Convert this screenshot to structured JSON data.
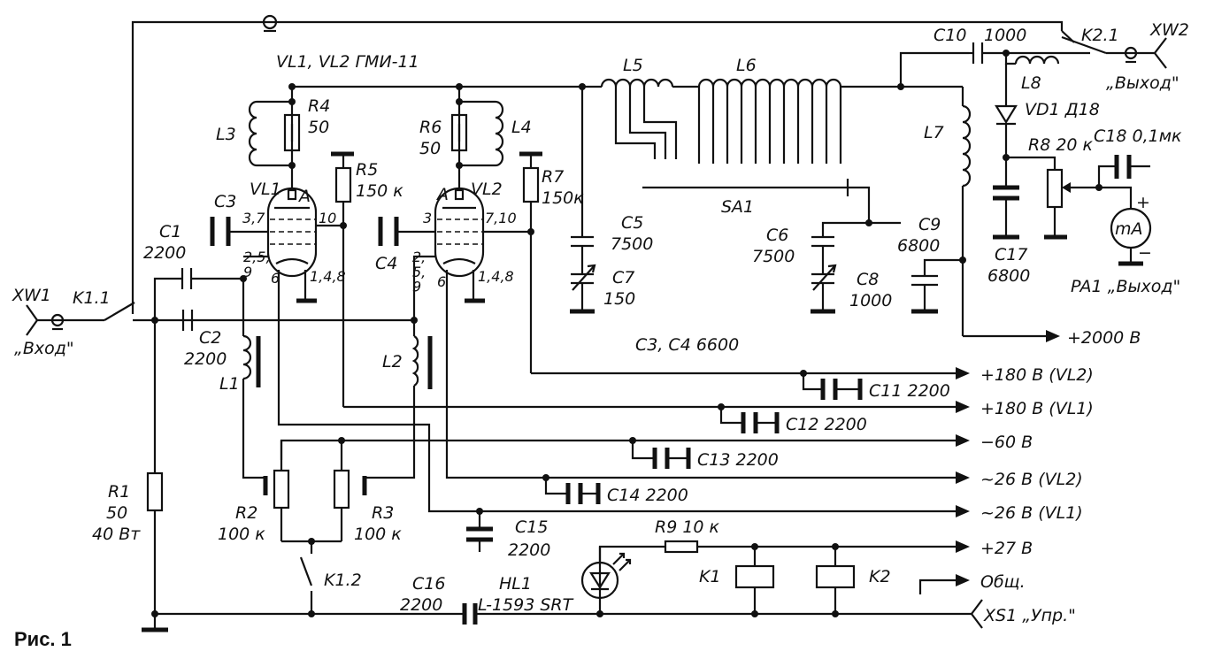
{
  "figure_caption": "Рис. 1",
  "tubes": {
    "title": "VL1, VL2  ГМИ-11",
    "vl1": {
      "ref": "VL1",
      "anode": "A",
      "grid_pins": "3,7",
      "screen_pin": "10",
      "cathode_pins": "2,5,\n9",
      "filament_pin": "6",
      "other_pins": "1,4,8"
    },
    "vl2": {
      "ref": "VL2",
      "anode": "A",
      "grid_pins": "3",
      "screen_pin": "7,10",
      "cathode_pins": "2,\n5,\n9",
      "filament_pin": "6",
      "other_pins": "1,4,8"
    }
  },
  "connectors": {
    "xw1_ref": "XW1",
    "xw1_name": "„Вход\"",
    "xw2_ref": "XW2",
    "xw2_name": "„Выход\"",
    "xs1": "XS1 „Упр.\""
  },
  "relays": {
    "k1_1": "K1.1",
    "k1_2": "K1.2",
    "k2_1": "K2.1",
    "k1": "K1",
    "k2": "K2"
  },
  "components": {
    "c1_ref": "C1",
    "c1_val": "2200",
    "c2_ref": "C2",
    "c2_val": "2200",
    "c3_ref": "C3",
    "c4_ref": "C4",
    "c3c4_note": "C3, C4  6600",
    "c5_ref": "C5",
    "c5_val": "7500",
    "c6_ref": "C6",
    "c6_val": "7500",
    "c7_ref": "C7",
    "c7_val": "150",
    "c8_ref": "C8",
    "c8_val": "1000",
    "c9_ref": "C9",
    "c9_val": "6800",
    "c10_ref": "C10",
    "c10_val": "1000",
    "c11": "C11  2200",
    "c12": "C12  2200",
    "c13": "C13  2200",
    "c14": "C14  2200",
    "c15_ref": "C15",
    "c15_val": "2200",
    "c16_ref": "C16",
    "c16_val": "2200",
    "c17_ref": "C17",
    "c17_val": "6800",
    "c18": "C18  0,1мк",
    "r1_ref": "R1",
    "r1_val": "50",
    "r1_power": "40 Вт",
    "r2_ref": "R2",
    "r2_val": "100 к",
    "r3_ref": "R3",
    "r3_val": "100 к",
    "r4_ref": "R4",
    "r4_val": "50",
    "r5_ref": "R5",
    "r5_val": "150 к",
    "r6_ref": "R6",
    "r6_val": "50",
    "r7_ref": "R7",
    "r7_val": "150к",
    "r8": "R8  20 к",
    "r9": "R9  10 к",
    "l1": "L1",
    "l2": "L2",
    "l3": "L3",
    "l4": "L4",
    "l5": "L5",
    "l6": "L6",
    "l7": "L7",
    "l8": "L8",
    "sa1": "SA1",
    "vd1": "VD1  Д18",
    "hl1_ref": "HL1",
    "hl1_part": "L-1593 SRT",
    "pa1": "PA1 „Выход\"",
    "ma": "mA"
  },
  "supply_outputs": [
    "+2000 В",
    "+180 В  (VL2)",
    "+180 В  (VL1)",
    "−60 В",
    "~26 В  (VL2)",
    "~26 В  (VL1)",
    "+27 В",
    "Общ."
  ]
}
